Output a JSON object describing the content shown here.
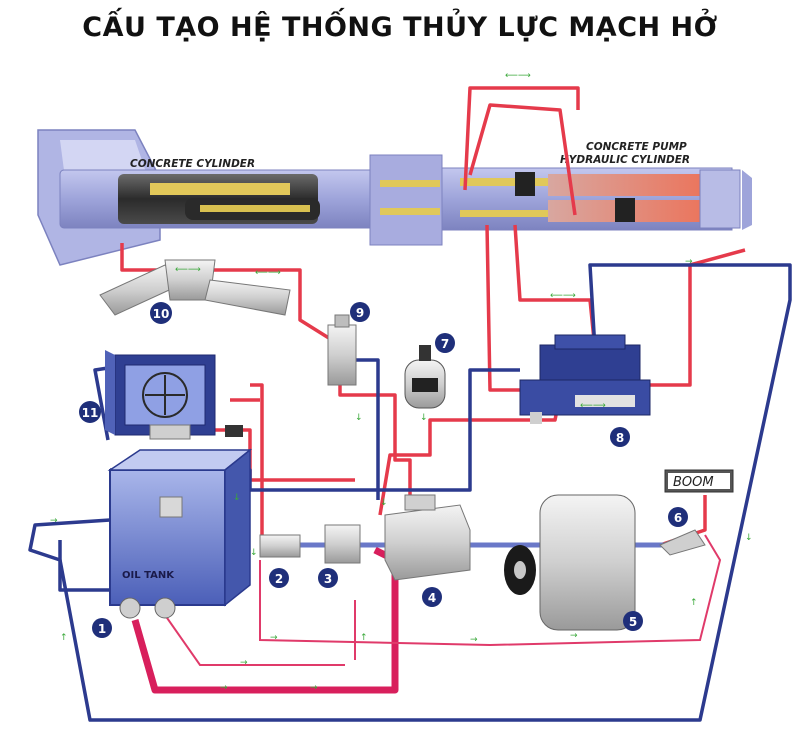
{
  "title": "CẤU TẠO HỆ THỐNG THỦY LỰC MẠCH HỞ",
  "labels": {
    "concrete_cylinder": "CONCRETE CYLINDER",
    "pump_cyl_line1": "CONCRETE PUMP",
    "pump_cyl_line2": "HYDRAULIC CYLINDER",
    "oil_tank": "OIL TANK",
    "boom": "BOOM"
  },
  "components": [
    {
      "number": "1"
    },
    {
      "number": "2"
    },
    {
      "number": "3"
    },
    {
      "number": "4"
    },
    {
      "number": "5"
    },
    {
      "number": "6"
    },
    {
      "number": "7"
    },
    {
      "number": "8"
    },
    {
      "number": "9"
    },
    {
      "number": "10"
    },
    {
      "number": "11"
    }
  ],
  "colors": {
    "pressure_line": "#e53a4b",
    "return_line": "#2c3a8e",
    "suction_line": "#d81f5c",
    "flow_arrow": "#3aa83a",
    "cylinder_body": "#9a9fd6",
    "tank_body": "#6f82d0"
  }
}
